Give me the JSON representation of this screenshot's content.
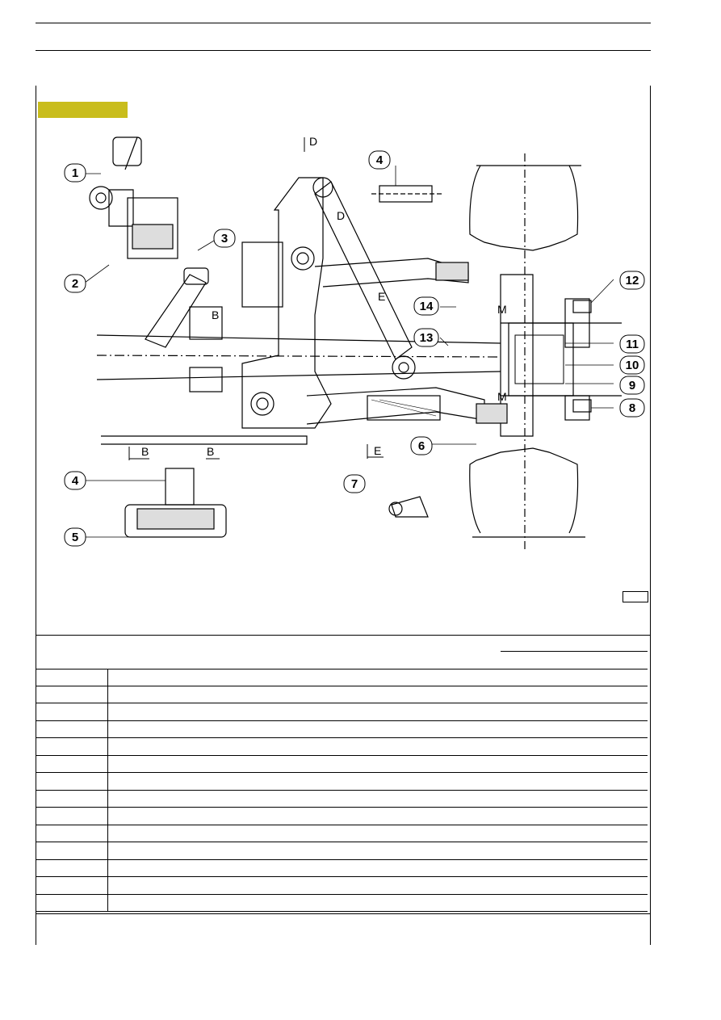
{
  "colors": {
    "section_tag": "#c9bd1c",
    "line": "#000000"
  },
  "callouts": [
    {
      "id": "callout-1",
      "text": "1"
    },
    {
      "id": "callout-2",
      "text": "2"
    },
    {
      "id": "callout-3",
      "text": "3"
    },
    {
      "id": "callout-4a",
      "text": "4"
    },
    {
      "id": "callout-4b",
      "text": "4"
    },
    {
      "id": "callout-5",
      "text": "5"
    },
    {
      "id": "callout-6",
      "text": "6"
    },
    {
      "id": "callout-7",
      "text": "7"
    },
    {
      "id": "callout-8",
      "text": "8"
    },
    {
      "id": "callout-9",
      "text": "9"
    },
    {
      "id": "callout-10",
      "text": "10"
    },
    {
      "id": "callout-11",
      "text": "11"
    },
    {
      "id": "callout-12",
      "text": "12"
    },
    {
      "id": "callout-13",
      "text": "13"
    },
    {
      "id": "callout-14",
      "text": "14"
    }
  ],
  "section_marks": {
    "b": "B",
    "d": "D",
    "e": "E",
    "m": "M"
  },
  "table_rows": 14
}
